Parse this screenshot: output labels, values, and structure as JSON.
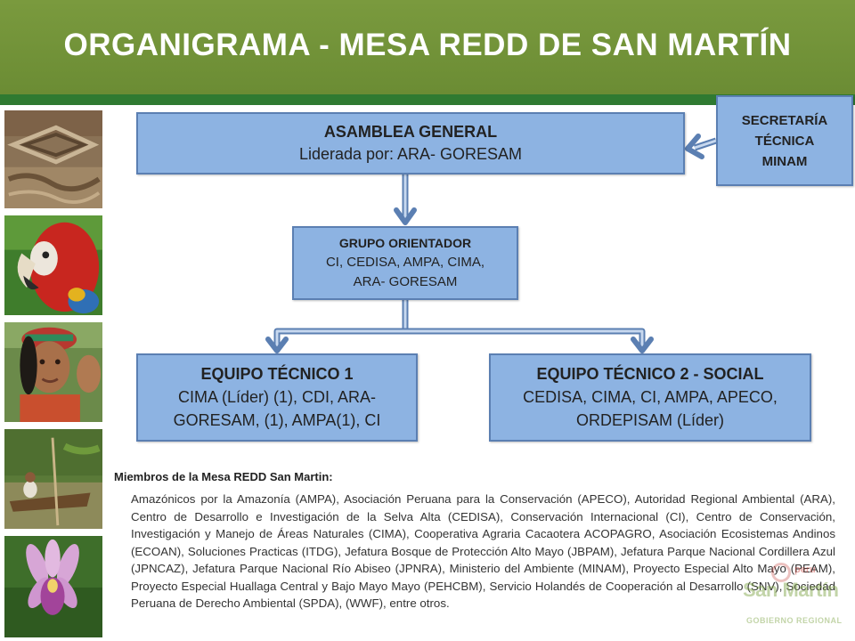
{
  "title": "ORGANIGRAMA - MESA REDD DE SAN MARTÍN",
  "photos": [
    "stone-carving-photo",
    "macaw-photo",
    "indigenous-woman-photo",
    "canoe-river-photo",
    "orchid-photo"
  ],
  "colors": {
    "title_bar": "#6b8c34",
    "green_rule": "#2f7a31",
    "box_fill": "#8db3e2",
    "box_border": "#5b7fb2",
    "arrow": "#5b7fb2"
  },
  "nodes": {
    "asamblea": {
      "heading": "ASAMBLEA GENERAL",
      "subtitle": "Liderada por: ARA- GORESAM"
    },
    "secretaria": {
      "line1": "SECRETARÍA",
      "line2": "TÉCNICA",
      "line3": "MINAM"
    },
    "grupo": {
      "heading": "GRUPO ORIENTADOR",
      "line1": "CI, CEDISA, AMPA, CIMA,",
      "line2": "ARA- GORESAM"
    },
    "equipo1": {
      "heading": "EQUIPO TÉCNICO 1",
      "line1": "CIMA (Líder) (1), CDI, ARA-",
      "line2": "GORESAM, (1), AMPA(1), CI"
    },
    "equipo2": {
      "heading": "EQUIPO TÉCNICO 2 - SOCIAL",
      "line1": "CEDISA, CIMA, CI, AMPA, APECO,",
      "line2": "ORDEPISAM (Líder)"
    }
  },
  "members": {
    "heading": "Miembros de la Mesa REDD San Martin:",
    "text": "Amazónicos por la Amazonía (AMPA), Asociación Peruana para la Conservación (APECO), Autoridad Regional Ambiental (ARA), Centro de Desarrollo e Investigación de la Selva Alta (CEDISA), Conservación Internacional (CI), Centro de Conservación, Investigación y Manejo de Áreas Naturales (CIMA), Cooperativa Agraria Cacaotera ACOPAGRO, Asociación Ecosistemas Andinos (ECOAN), Soluciones Practicas (ITDG), Jefatura Bosque de Protección Alto Mayo (JBPAM), Jefatura Parque Nacional Cordillera Azul (JPNCAZ), Jefatura Parque Nacional Río Abiseo (JPNRA), Ministerio del Ambiente (MINAM), Proyecto Especial Alto Mayo (PEAM), Proyecto Especial Huallaga Central y Bajo Mayo Mayo (PEHCBM), Servicio Holandés de Cooperación al Desarrollo (SNV), Sociedad Peruana de Derecho Ambiental (SPDA), (WWF),  entre otros."
  },
  "logo": {
    "line1": "peru",
    "line2": "San Martín",
    "line3": "GOBIERNO REGIONAL"
  }
}
